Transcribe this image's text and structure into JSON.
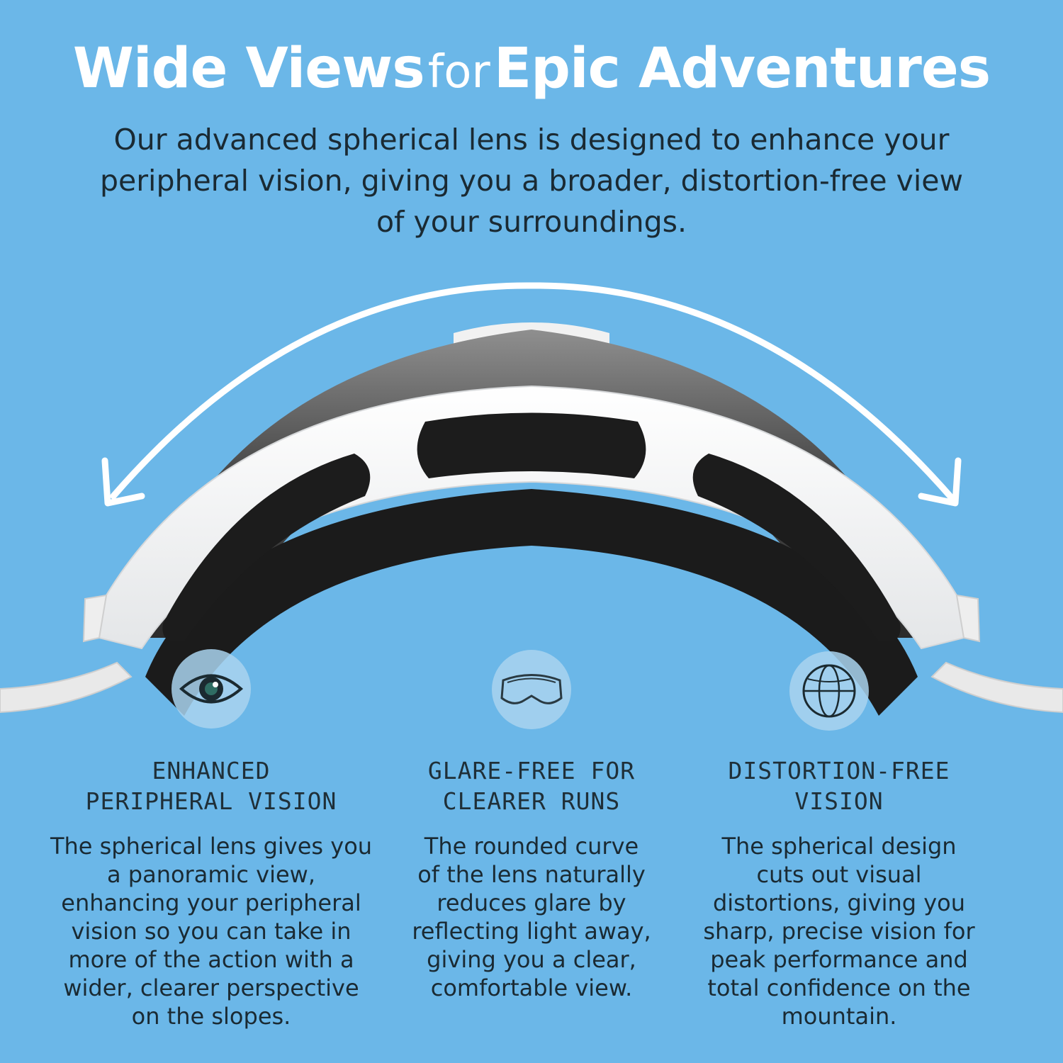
{
  "headline": {
    "part1": "Wide Views",
    "part2": "for",
    "part3": "Epic Adventures"
  },
  "intro": {
    "lines": [
      "Our advanced spherical lens is designed to enhance your",
      "peripheral vision, giving you a broader, distortion-free view",
      "of your surroundings."
    ]
  },
  "icons": [
    "eye-icon",
    "goggles-icon",
    "globe-icon"
  ],
  "colors": {
    "background": "#6bb7e8",
    "frame": "#ffffff",
    "lens": "#3c3c3c",
    "foam": "#1a1a1a",
    "text": "#1a2a33"
  },
  "features": [
    {
      "title": [
        "ENHANCED",
        "PERIPHERAL VISION"
      ],
      "body": [
        "The spherical lens gives you",
        "a panoramic view,",
        "enhancing your peripheral",
        "vision so you can take in",
        "more of the action with a",
        "wider, clearer perspective",
        "on the slopes."
      ]
    },
    {
      "title": [
        "GLARE-FREE FOR",
        "CLEARER RUNS"
      ],
      "body": [
        "The rounded curve",
        "of the lens naturally",
        "reduces glare by",
        "reflecting light away,",
        "giving you a clear,",
        "comfortable view."
      ]
    },
    {
      "title": [
        "DISTORTION-FREE",
        "VISION"
      ],
      "body": [
        "The spherical design",
        "cuts out visual",
        "distortions, giving you",
        "sharp, precise vision for",
        "peak performance and",
        "total confidence on the",
        "mountain."
      ]
    }
  ]
}
